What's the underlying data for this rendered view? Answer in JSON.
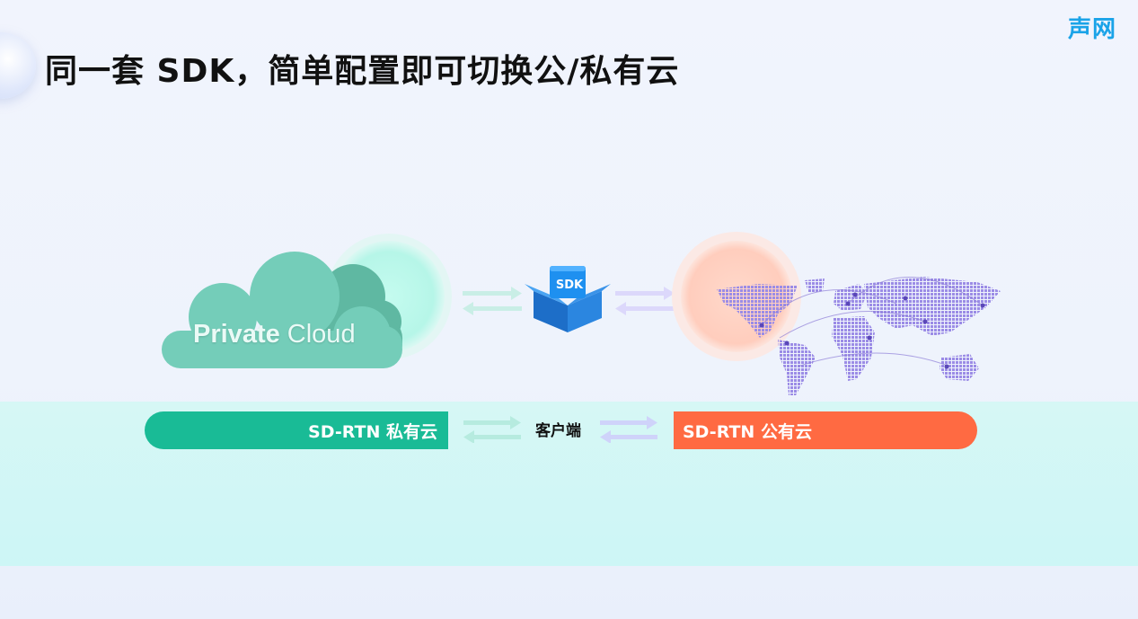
{
  "brand": {
    "name": "声网"
  },
  "title": "同一套 SDK，简单配置即可切换公/私有云",
  "cloud": {
    "word1": "Private",
    "word2": "Cloud"
  },
  "sdk": {
    "label": "SDK"
  },
  "labels": {
    "private": "SD-RTN 私有云",
    "client": "客户端",
    "public": "SD-RTN 公有云"
  },
  "colors": {
    "private_green": "#19bb96",
    "public_orange": "#ff6a42",
    "brand_blue": "#1aa3e8",
    "band_cyan": "#d6f7f5"
  }
}
